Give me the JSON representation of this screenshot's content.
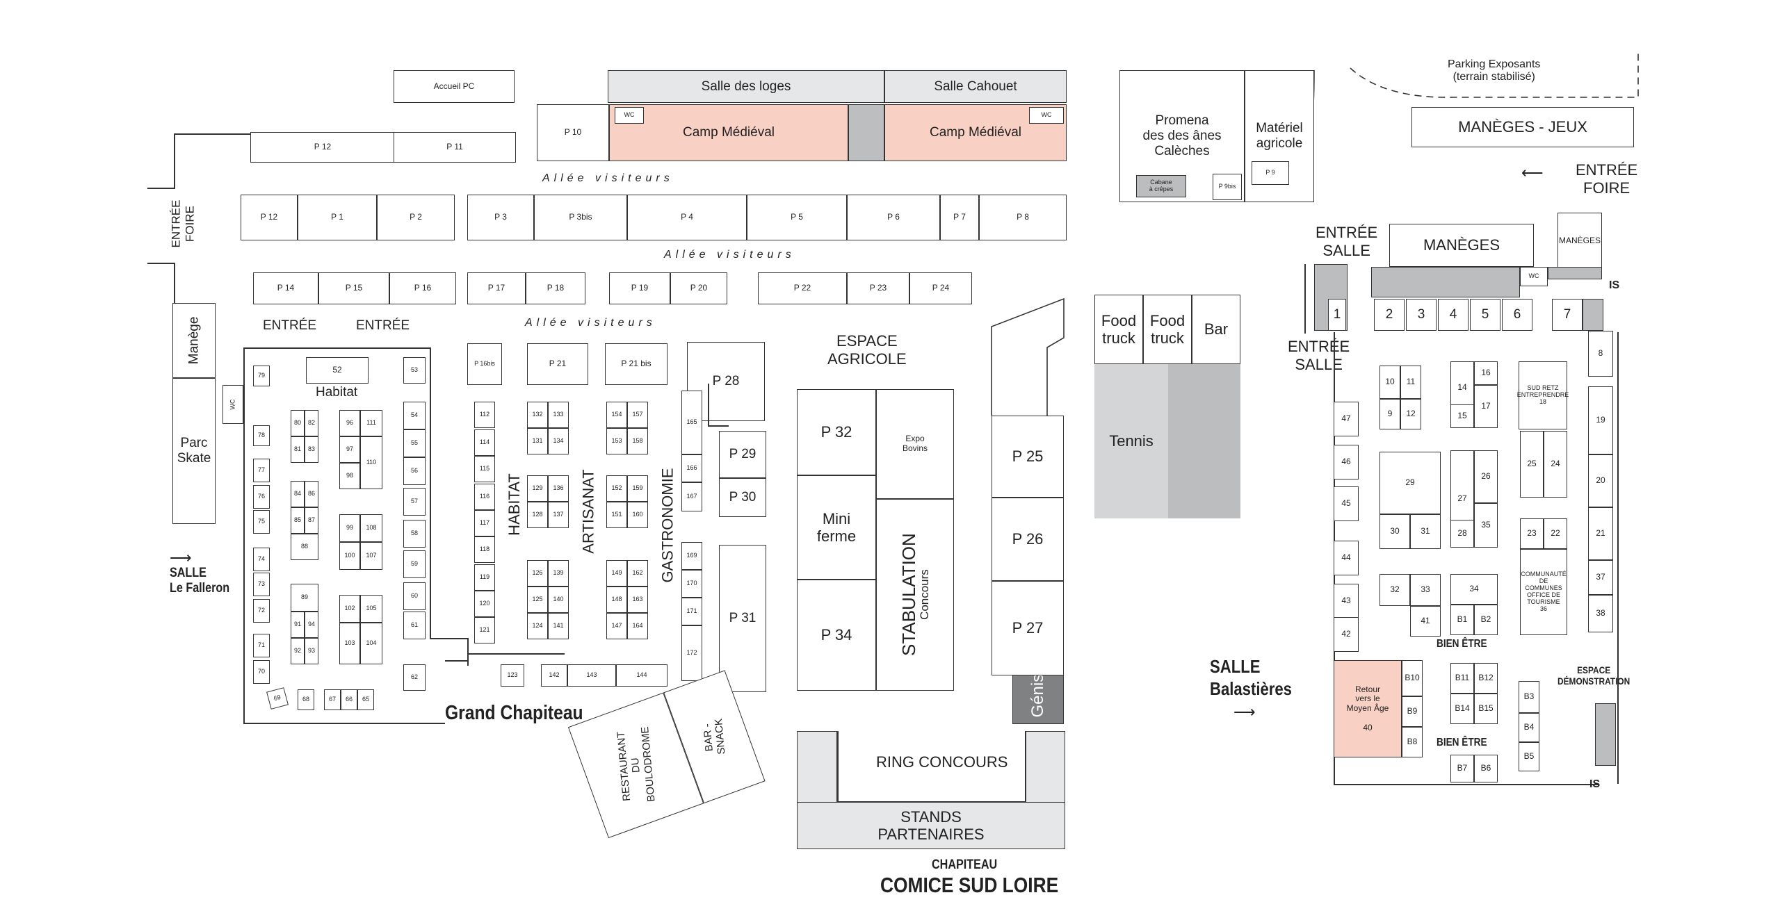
{
  "labels": {
    "accueil_pc": "Accueil PC",
    "salle_loges": "Salle des loges",
    "salle_cahouet": "Salle Cahouet",
    "camp_medieval": "Camp Médiéval",
    "wc": "WC",
    "allee": "Allée visiteurs",
    "entree": "ENTRÉE",
    "entree_foire": "ENTRÉE FOIRE",
    "entree_salle": "ENTRÉE SALLE",
    "habitat": "Habitat",
    "habitat_caps": "HABITAT",
    "artisanat": "ARTISANAT",
    "gastronomie": "GASTRONOMIE",
    "manege": "Manège",
    "parc_skate": "Parc Skate",
    "salle": "SALLE",
    "le_falleron": "Le Falleron",
    "grand_chapiteau": "Grand Chapiteau",
    "restaurant": "RESTAURANT DU BOULODROME",
    "bar_snack": "BAR - SNACK",
    "espace_agricole": "ESPACE AGRICOLE",
    "expo_bovins": "Expo Bovins",
    "mini_ferme": "Mini ferme",
    "stabulation": "STABULATION",
    "concours": "Concours",
    "ring_concours": "RING CONCOURS",
    "stands_partenaires": "STANDS PARTENAIRES",
    "chapiteau": "CHAPITEAU",
    "comice": "COMICE SUD LOIRE",
    "genissons": "Génissons",
    "food_truck": "Food truck",
    "bar": "Bar",
    "tennis": "Tennis",
    "promenades": "Promenades des ânes Calèches",
    "materiel": "Matériel agricole",
    "cabane": "Cabane à crêpes",
    "parking": "Parking Exposants (terrain stabilisé)",
    "manege_jeux": "MANÈGES - JEUX",
    "maneges": "MANÈGES",
    "sud_retz": "SUD RETZ ENTREPRENDRE",
    "communaute": "COMMUNAUTÉ DE COMMUNES OFFICE DE TOURISME",
    "bien_etre": "BIEN ÊTRE",
    "espace_demo": "ESPACE DÉMONSTRATION",
    "retour": "Retour vers le Moyen Âge",
    "balastieres": "Balastières",
    "is": "IS"
  },
  "stands": {
    "p10": "P 10",
    "p11": "P 11",
    "p12": "P 12",
    "p1": "P 1",
    "p2": "P 2",
    "p3": "P 3",
    "p3bis": "P 3bis",
    "p4": "P 4",
    "p5": "P 5",
    "p6": "P 6",
    "p7": "P 7",
    "p8": "P 8",
    "p14": "P 14",
    "p15": "P 15",
    "p16": "P 16",
    "p17": "P 17",
    "p18": "P 18",
    "p19": "P 19",
    "p20": "P 20",
    "p22": "P 22",
    "p23": "P 23",
    "p24": "P 24",
    "p16bis": "P 16bis",
    "p21": "P 21",
    "p21bis": "P 21 bis",
    "p28": "P 28",
    "p29": "P 29",
    "p30": "P 30",
    "p31": "P 31",
    "p32": "P 32",
    "p34": "P 34",
    "p25": "P 25",
    "p26": "P 26",
    "p27": "P 27",
    "p9": "P 9",
    "p9bis": "P 9bis"
  },
  "numbered": [
    "1",
    "2",
    "3",
    "4",
    "5",
    "6",
    "7",
    "8",
    "9",
    "10",
    "11",
    "12",
    "14",
    "15",
    "16",
    "17",
    "18",
    "19",
    "20",
    "21",
    "22",
    "23",
    "24",
    "25",
    "26",
    "27",
    "28",
    "29",
    "30",
    "31",
    "32",
    "33",
    "34",
    "35",
    "36",
    "37",
    "38",
    "40",
    "41",
    "42",
    "43",
    "44",
    "45",
    "46",
    "47",
    "52",
    "53",
    "54",
    "55",
    "56",
    "57",
    "58",
    "59",
    "60",
    "61",
    "62",
    "65",
    "66",
    "67",
    "68",
    "69",
    "70",
    "71",
    "72",
    "73",
    "74",
    "75",
    "76",
    "77",
    "78",
    "79",
    "80",
    "81",
    "82",
    "83",
    "84",
    "85",
    "86",
    "87",
    "88",
    "89",
    "91",
    "92",
    "93",
    "94",
    "96",
    "97",
    "98",
    "99",
    "100",
    "102",
    "103",
    "104",
    "105",
    "107",
    "108",
    "110",
    "111",
    "112",
    "114",
    "115",
    "116",
    "117",
    "118",
    "119",
    "120",
    "121",
    "123",
    "124",
    "125",
    "126",
    "128",
    "129",
    "131",
    "132",
    "133",
    "134",
    "136",
    "137",
    "139",
    "140",
    "141",
    "142",
    "143",
    "144",
    "147",
    "148",
    "149",
    "151",
    "152",
    "153",
    "154",
    "157",
    "158",
    "159",
    "160",
    "162",
    "163",
    "164",
    "165",
    "166",
    "167",
    "169",
    "170",
    "171",
    "172",
    "B1",
    "B2",
    "B3",
    "B4",
    "B5",
    "B6",
    "B7",
    "B8",
    "B9",
    "B10",
    "B11",
    "B12",
    "B14",
    "B15"
  ]
}
